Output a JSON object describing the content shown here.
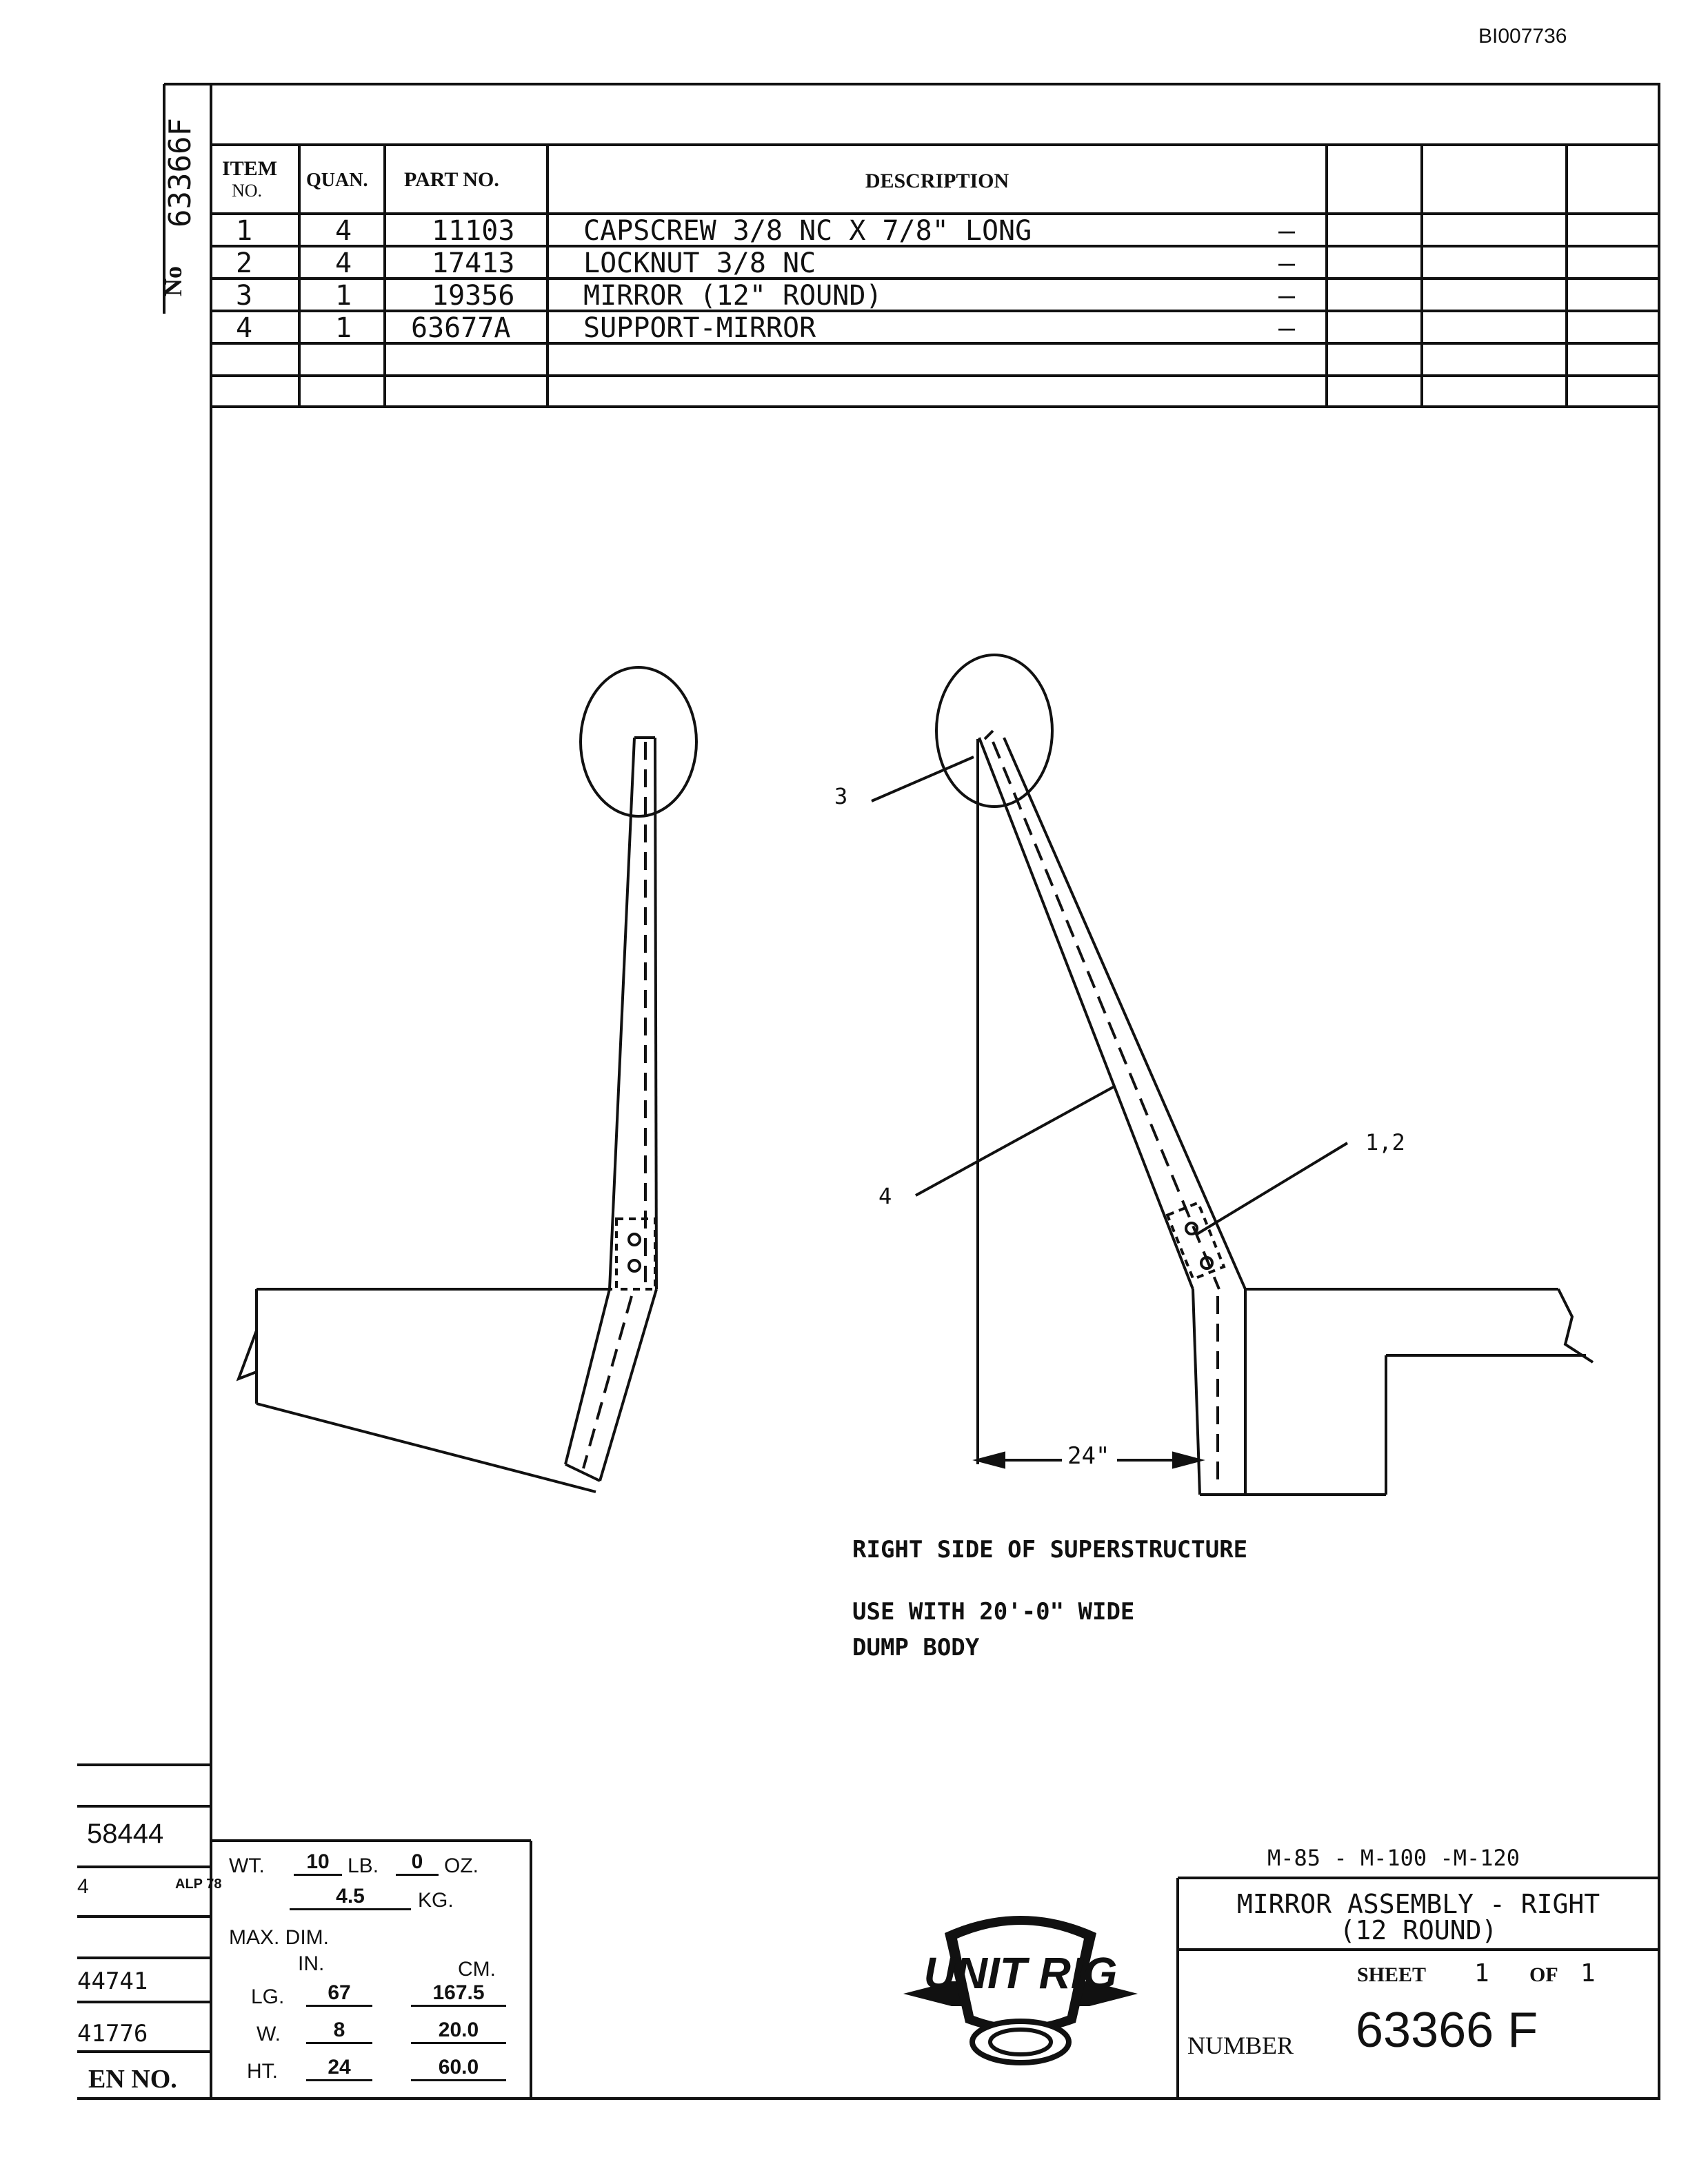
{
  "doc_id": "BI007736",
  "side_stamp": {
    "number": "63366F",
    "no_label": "No"
  },
  "parts_table": {
    "headers": {
      "item": "ITEM",
      "item_sub": "NO.",
      "quan": "QUAN.",
      "part": "PART NO.",
      "desc": "DESCRIPTION"
    },
    "rows": [
      {
        "item": "1",
        "quan": "4",
        "part": "11103",
        "desc": "CAPSCREW 3/8 NC X 7/8\" LONG",
        "mark": "—"
      },
      {
        "item": "2",
        "quan": "4",
        "part": "17413",
        "desc": "LOCKNUT 3/8 NC",
        "mark": "—"
      },
      {
        "item": "3",
        "quan": "1",
        "part": "19356",
        "desc": "MIRROR (12\" ROUND)",
        "mark": "—"
      },
      {
        "item": "4",
        "quan": "1",
        "part": "63677A",
        "desc": "SUPPORT-MIRROR",
        "mark": "—"
      }
    ]
  },
  "callouts": {
    "mirror": "3",
    "support": "4",
    "fasteners": "1,2",
    "dimension": "24\""
  },
  "notes": {
    "line1": "RIGHT SIDE OF SUPERSTRUCTURE",
    "line2": "USE WITH 20'-0\" WIDE",
    "line3": "DUMP BODY"
  },
  "revision_block": {
    "rows": [
      "58444",
      "4",
      "",
      "44741",
      "41776"
    ],
    "marks": [
      "",
      "ALP 78",
      "",
      "",
      ""
    ],
    "footer": "EN NO."
  },
  "weight_block": {
    "wt_label": "WT.",
    "lb": "10",
    "lb_label": "LB.",
    "oz": "0",
    "oz_label": "OZ.",
    "kg": "4.5",
    "kg_label": "KG.",
    "maxdim_label": "MAX. DIM.",
    "in_label": "IN.",
    "cm_label": "CM.",
    "lg_label": "LG.",
    "lg_in": "67",
    "lg_cm": "167.5",
    "w_label": "W.",
    "w_in": "8",
    "w_cm": "20.0",
    "ht_label": "HT.",
    "ht_in": "24",
    "ht_cm": "60.0"
  },
  "logo": {
    "text": "UNIT RIG"
  },
  "title_block": {
    "models": "M-85 - M-100 -M-120",
    "title_line1": "MIRROR ASSEMBLY - RIGHT",
    "title_line2": "(12 ROUND)",
    "sheet_label": "SHEET",
    "sheet": "1",
    "of_label": "OF",
    "of": "1",
    "number_label": "NUMBER",
    "number": "63366 F"
  }
}
